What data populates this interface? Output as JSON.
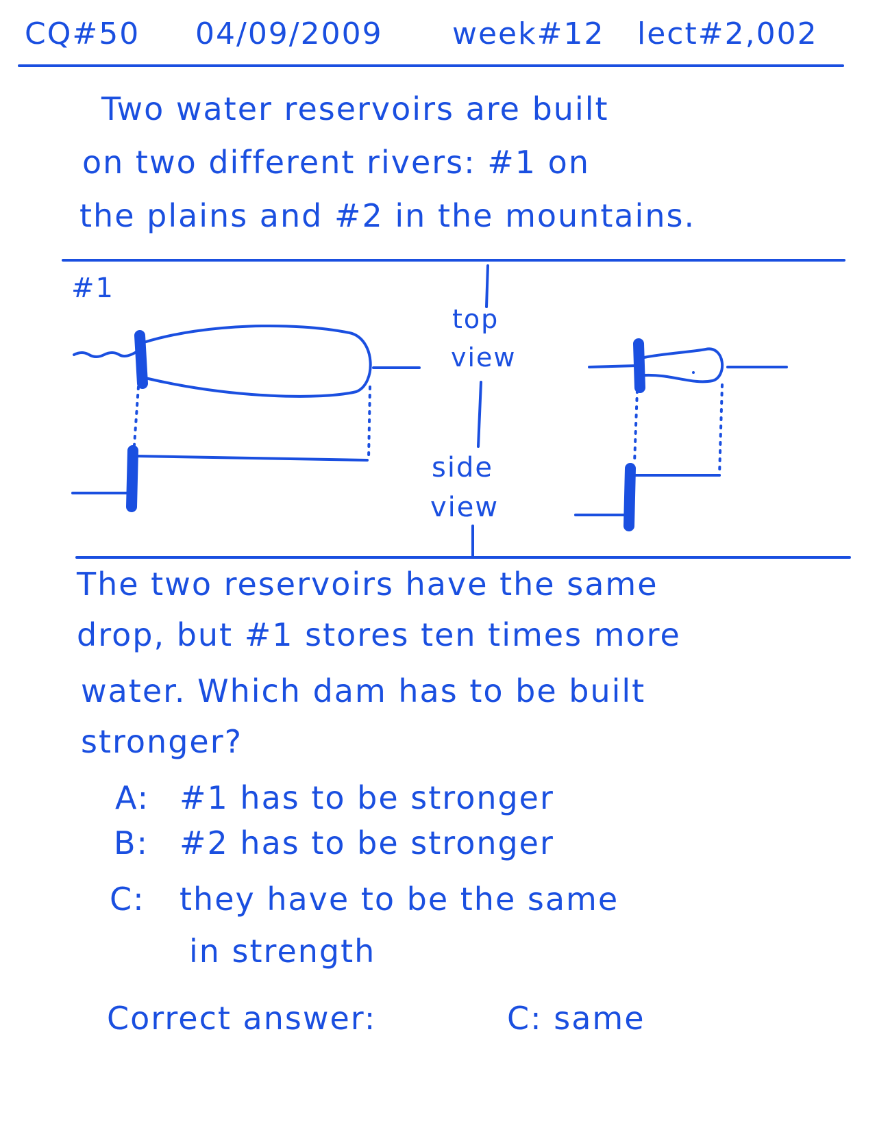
{
  "header": {
    "cq": "CQ#50",
    "date": "04/09/2009",
    "week": "week#12",
    "lect": "lect#2,002"
  },
  "intro": {
    "line1": "Two   water   reservoirs   are   built",
    "line2": "on  two  different  rivers:  #1  on",
    "line3": "the  plains  and  #2  in  the  mountains."
  },
  "figure": {
    "label": "#1",
    "top_view": [
      "top",
      "view"
    ],
    "side_view": [
      "side",
      "view"
    ]
  },
  "question": {
    "line1": "The  two  reservoirs  have  the  same",
    "line2": "drop,  but  #1  stores  ten  times  more",
    "line3": "water.  Which  dam  has  to  be  built",
    "line4": "stronger?"
  },
  "options": [
    {
      "key": "A:",
      "text": "#1   has  to  be  stronger"
    },
    {
      "key": "B:",
      "text": "#2   has  to  be  stronger"
    },
    {
      "key": "C:",
      "text": "they  have  to  be  the  same"
    },
    {
      "key": "",
      "text": "in  strength"
    }
  ],
  "answer": {
    "label": "Correct  answer:",
    "value": "C: same"
  },
  "colors": {
    "ink": "#1a4fe0",
    "paper": "#ffffff"
  }
}
